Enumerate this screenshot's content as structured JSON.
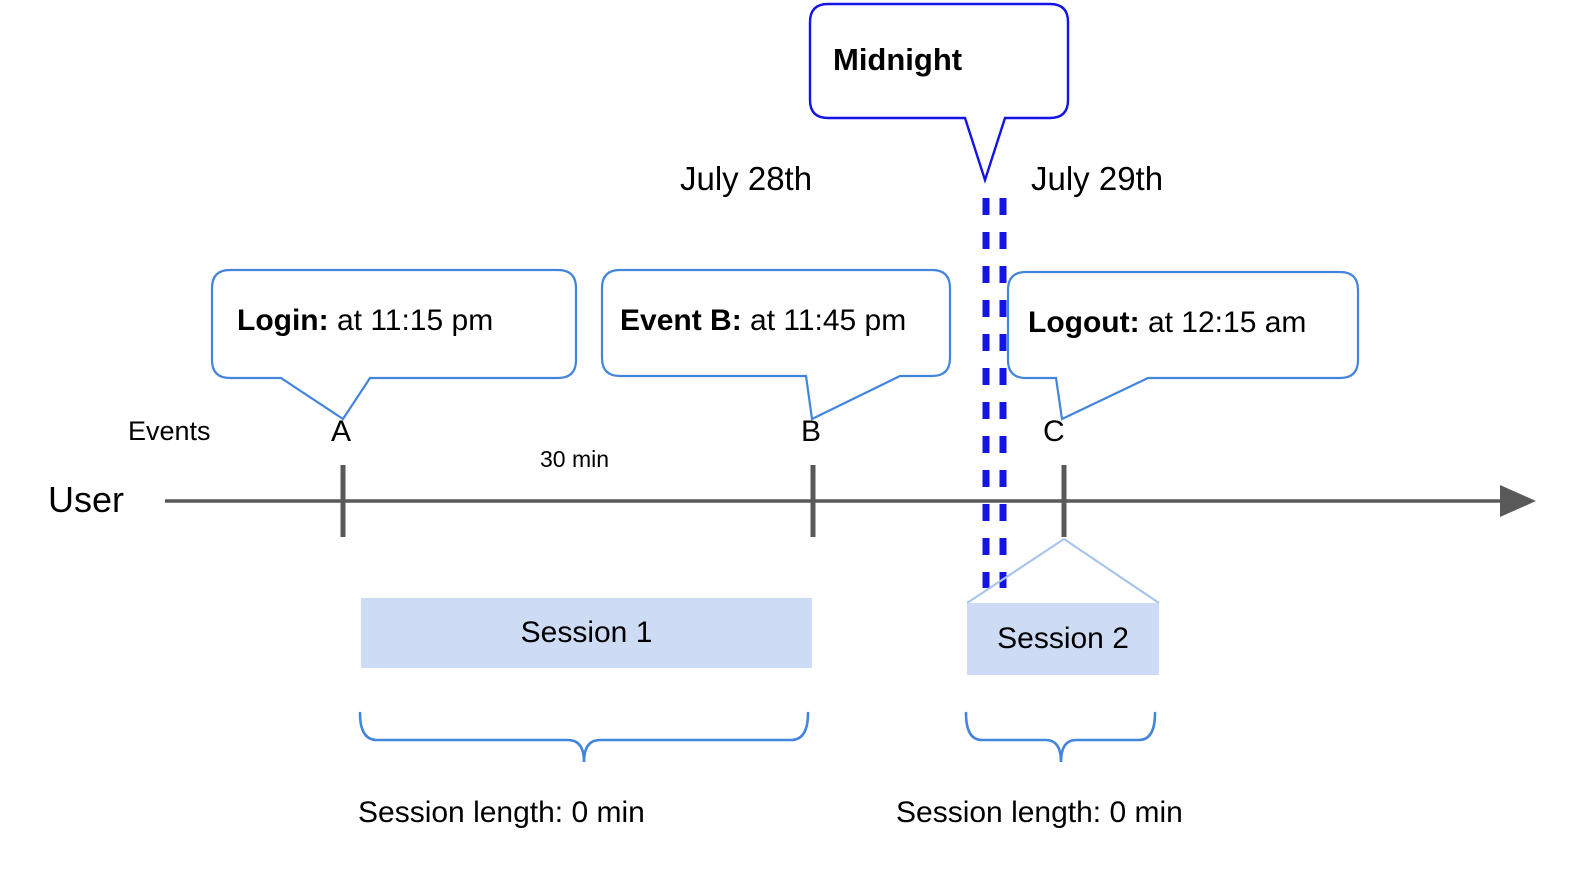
{
  "diagram": {
    "title_callout": {
      "label": "Midnight",
      "border_color": "#1414e6"
    },
    "dates": [
      {
        "label": "July 28th"
      },
      {
        "label": "July 29th"
      }
    ],
    "event_callouts": [
      {
        "name": "login",
        "bold_part": "Login:",
        "rest_part": " at 11:15 pm"
      },
      {
        "name": "event-b",
        "bold_part": "Event B:",
        "rest_part": " at 11:45 pm"
      },
      {
        "name": "logout",
        "bold_part": "Logout:",
        "rest_part": " at 12:15 am"
      }
    ],
    "axis": {
      "row_label": "User",
      "events_label": "Events",
      "event_markers": [
        {
          "letter": "A"
        },
        {
          "letter": "B"
        },
        {
          "letter": "C"
        }
      ],
      "gap_label": "30 min",
      "line_color": "#595959"
    },
    "sessions": [
      {
        "label": "Session 1",
        "length_label": "Session length: 0 min"
      },
      {
        "label": "Session 2",
        "length_label": "Session length: 0 min"
      }
    ],
    "colors": {
      "callout_border": "#4285db",
      "midnight_border": "#1414e6",
      "midnight_dash": "#1414e6",
      "session_fill": "#cddbf5",
      "brace": "#4285db",
      "axis": "#595959"
    }
  }
}
